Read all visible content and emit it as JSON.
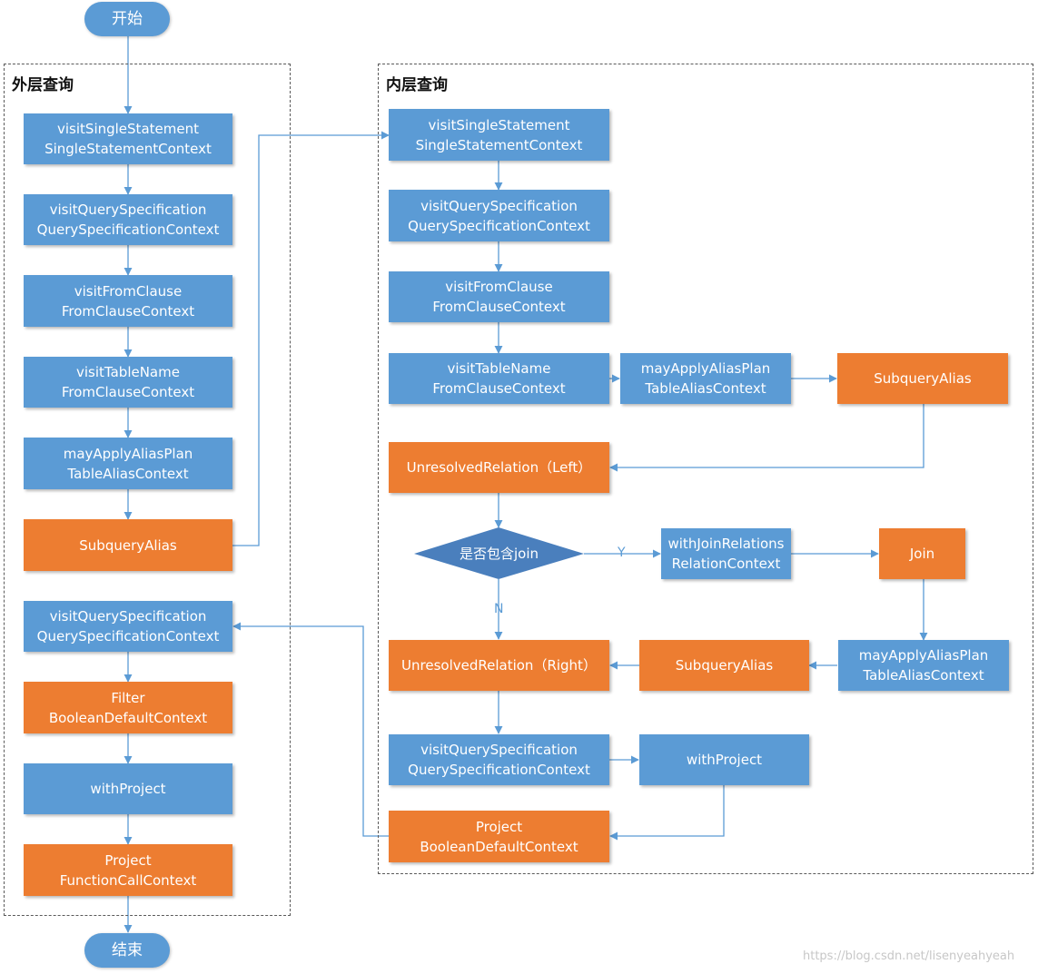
{
  "terminals": {
    "start": "开始",
    "end": "结束"
  },
  "outer": {
    "title": "外层查询",
    "nodes": [
      {
        "line1": "visitSingleStatement",
        "line2": "SingleStatementContext"
      },
      {
        "line1": "visitQuerySpecification",
        "line2": "QuerySpecificationContext"
      },
      {
        "line1": "visitFromClause",
        "line2": "FromClauseContext"
      },
      {
        "line1": "visitTableName",
        "line2": "FromClauseContext"
      },
      {
        "line1": "mayApplyAliasPlan",
        "line2": "TableAliasContext"
      },
      {
        "line1": "SubqueryAlias"
      },
      {
        "line1": "visitQuerySpecification",
        "line2": "QuerySpecificationContext"
      },
      {
        "line1": "Filter",
        "line2": "BooleanDefaultContext"
      },
      {
        "line1": "withProject"
      },
      {
        "line1": "Project",
        "line2": "FunctionCallContext"
      }
    ]
  },
  "inner": {
    "title": "内层查询",
    "nodes": [
      {
        "line1": "visitSingleStatement",
        "line2": "SingleStatementContext"
      },
      {
        "line1": "visitQuerySpecification",
        "line2": "QuerySpecificationContext"
      },
      {
        "line1": "visitFromClause",
        "line2": "FromClauseContext"
      },
      {
        "line1": "visitTableName",
        "line2": "FromClauseContext"
      },
      {
        "line1": "mayApplyAliasPlan",
        "line2": "TableAliasContext"
      },
      {
        "line1": "SubqueryAlias"
      },
      {
        "line1": "UnresolvedRelation（Left）"
      },
      {
        "line1": "withJoinRelations",
        "line2": "RelationContext"
      },
      {
        "line1": "Join"
      },
      {
        "line1": "mayApplyAliasPlan",
        "line2": "TableAliasContext"
      },
      {
        "line1": "SubqueryAlias"
      },
      {
        "line1": "UnresolvedRelation（Right）"
      },
      {
        "line1": "visitQuerySpecification",
        "line2": "QuerySpecificationContext"
      },
      {
        "line1": "withProject"
      },
      {
        "line1": "Project",
        "line2": "BooleanDefaultContext"
      }
    ],
    "decision": {
      "text": "是否包含join",
      "yes_label": "Y",
      "no_label": "N"
    }
  },
  "watermark": "https://blog.csdn.net/lisenyeahyeah",
  "colors": {
    "blue": "#5b9bd5",
    "orange": "#ed7d31",
    "line": "#5b9bd5",
    "border": "#5a5a5a"
  }
}
